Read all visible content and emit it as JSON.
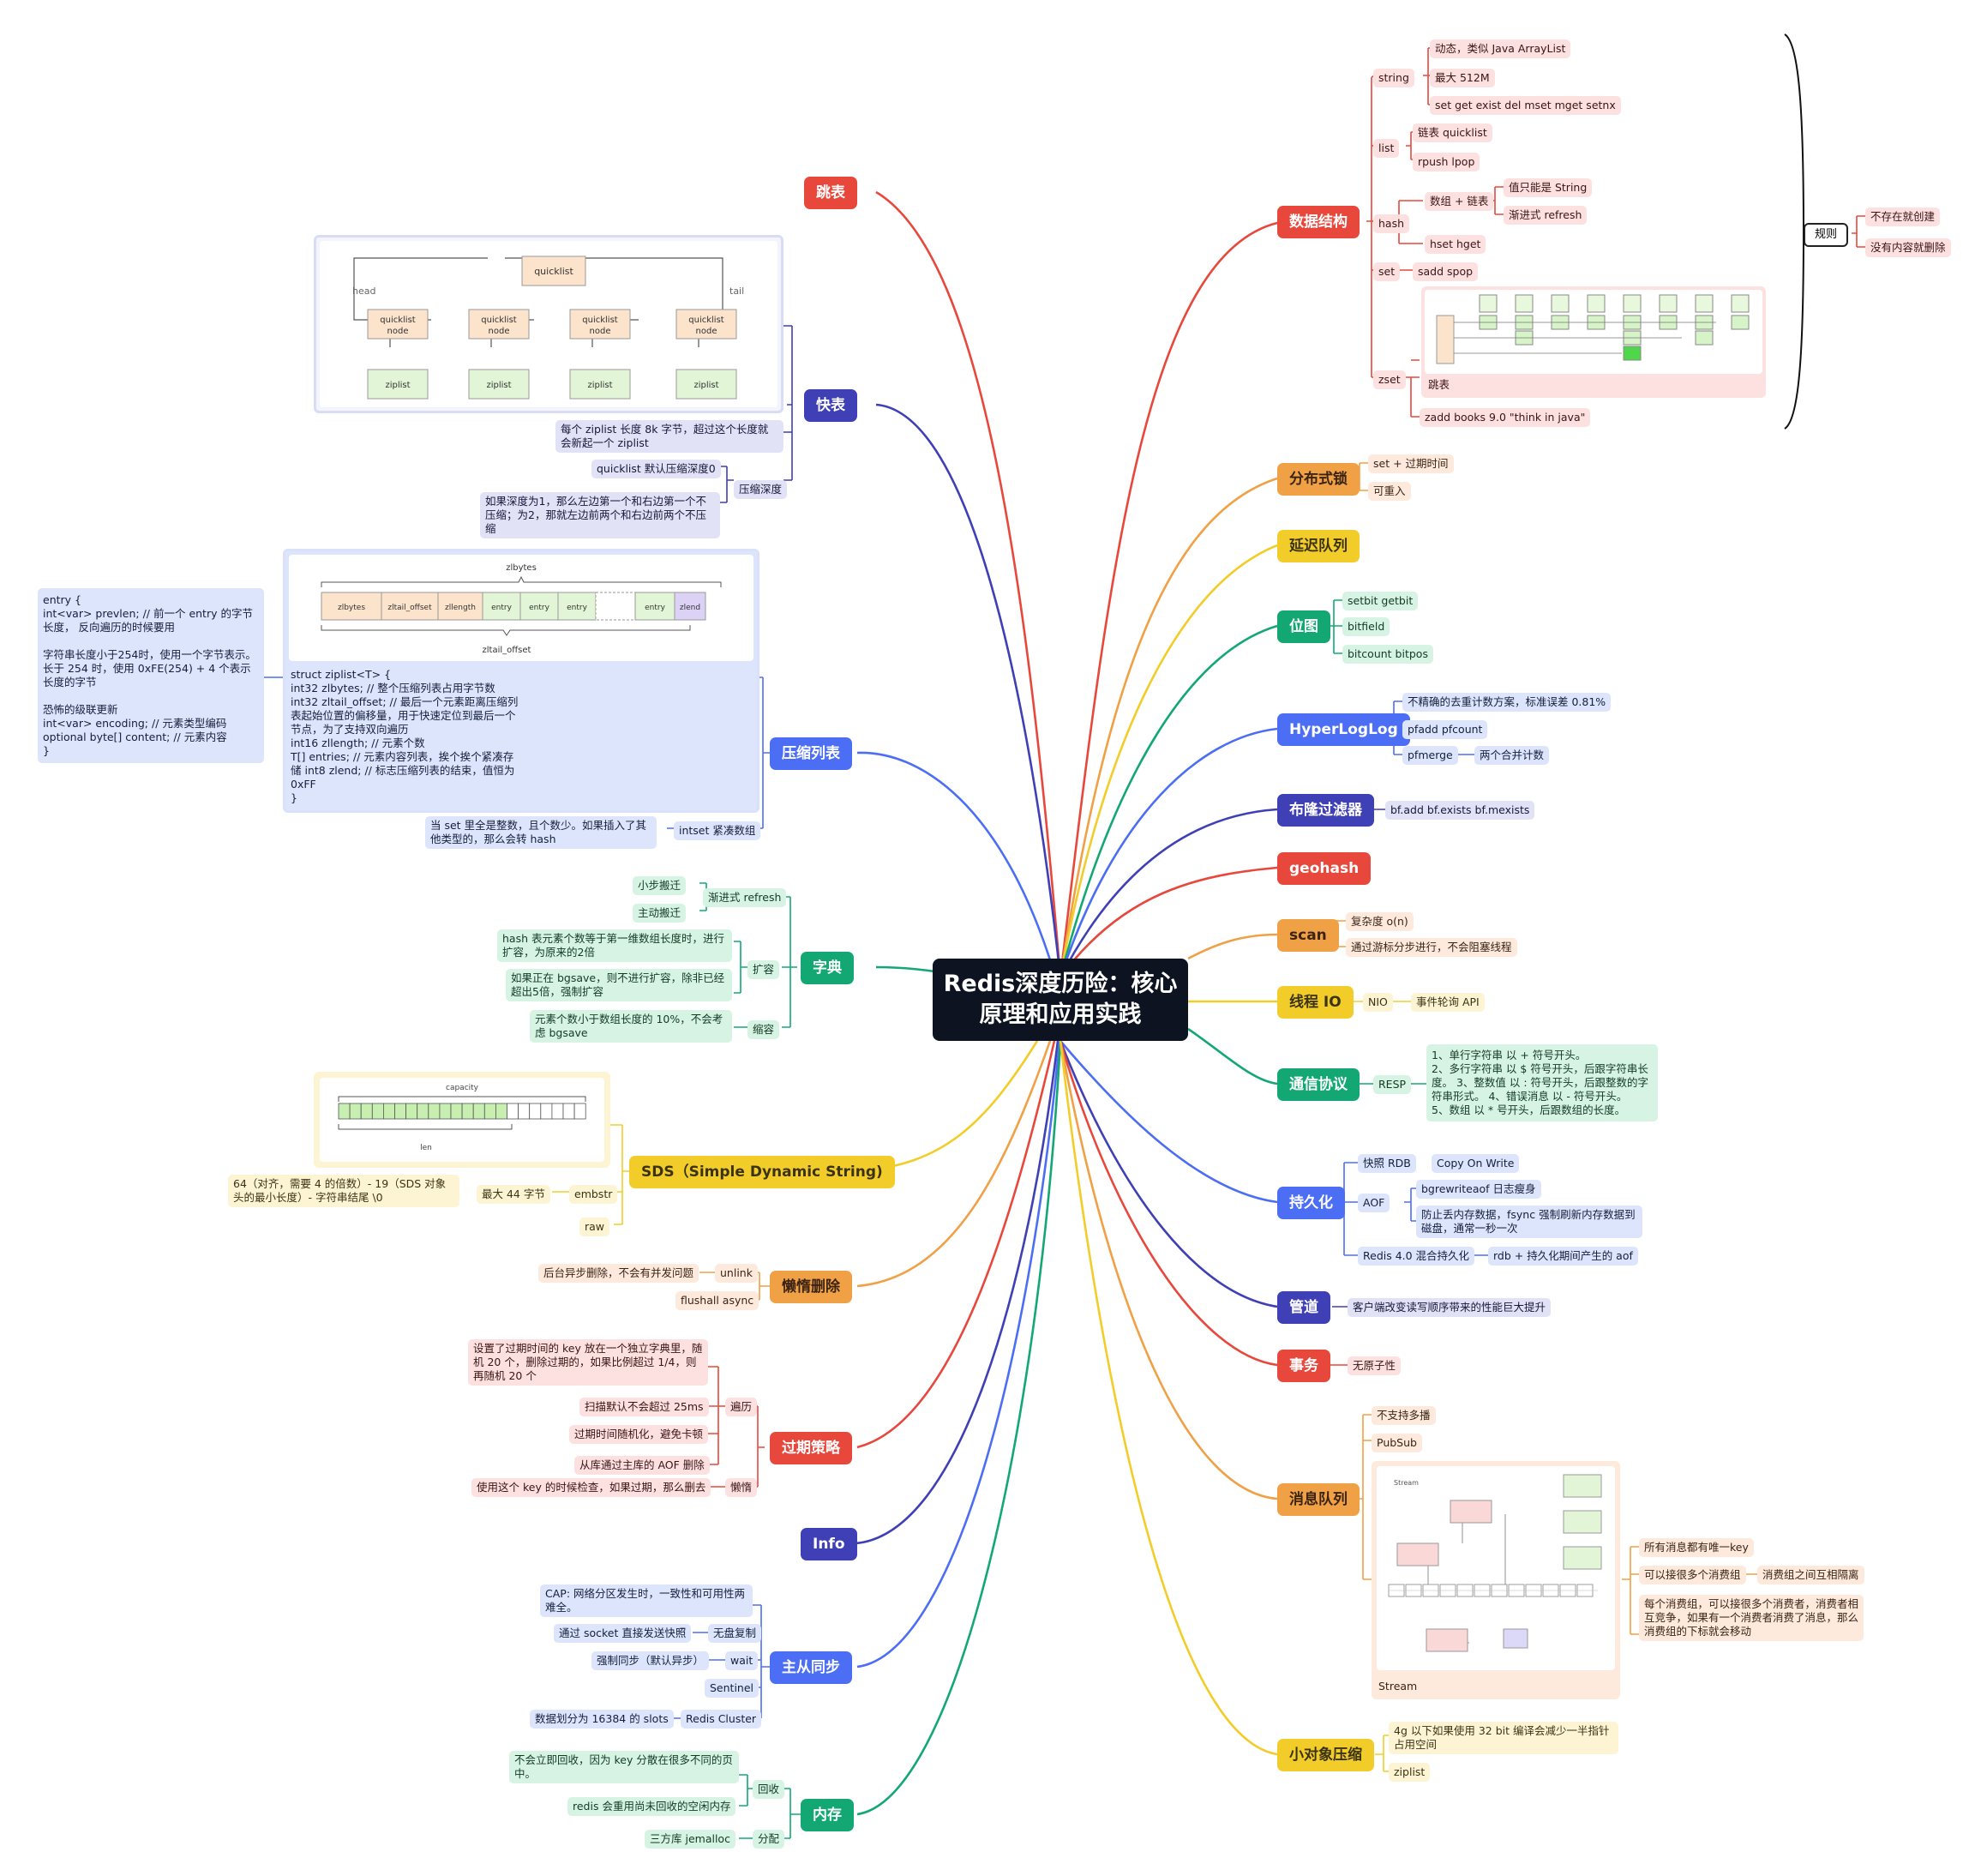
{
  "root": {
    "line1": "Redis深度历险：核心",
    "line2": "原理和应用实践"
  },
  "colors": {
    "red": "#e8473c",
    "orange": "#f0a045",
    "yellow": "#f2cd2a",
    "green": "#13a873",
    "blue": "#4c6ef5",
    "indigo": "#3f3fb6",
    "dark": "#0d1320"
  },
  "left": {
    "skiplist": "跳表",
    "quicklist": {
      "title": "快表",
      "fig": {
        "quicklist": "quicklist",
        "head": "head",
        "tail": "tail",
        "node": "quicklist node",
        "ziplist": "ziplist"
      },
      "note1": "每个 ziplist 长度 8k 字节，超过这个长度就会新起一个 ziplist",
      "compress": "压缩深度",
      "compress_a": "quicklist 默认压缩深度0",
      "compress_b": "如果深度为1，那么左边第一个和右边第一个不压缩；为2，那就左边前两个和右边前两个不压缩"
    },
    "ziplist": {
      "title": "压缩列表",
      "fig": {
        "top": "zlbytes",
        "bottom": "zltail_offset",
        "cells": [
          "zlbytes",
          "zltail_offset",
          "zllength",
          "entry",
          "entry",
          "entry",
          "",
          "entry",
          "zlend"
        ]
      },
      "struct": "struct ziplist<T> {\nint32 zlbytes; // 整个压缩列表占用字节数\nint32 zltail_offset; // 最后一个元素距离压缩列表起始位置的偏移量，用于快速定位到最后一个节点，为了支持双向遍历\nint16 zllength; // 元素个数\nT[] entries; // 元素内容列表，挨个挨个紧凑存储 int8 zlend; // 标志压缩列表的结束，值恒为 0xFF\n}",
      "entry": "entry {\nint<var> prevlen; // 前一个 entry 的字节长度， 反向遍历的时候要用\n\n字符串长度小于254时，使用一个字节表示。长于 254 时，使用 0xFE(254) + 4 个表示长度的字节\n\n恐怖的级联更新\nint<var> encoding; // 元素类型编码\noptional byte[] content; // 元素内容\n}",
      "intset": "intset 紧凑数组",
      "intset_note": "当 set 里全是整数，且个数少。如果插入了其他类型的，那么会转 hash"
    },
    "dict": {
      "title": "字典",
      "rehash": "渐进式 refresh",
      "small": "小步搬迁",
      "active": "主动搬迁",
      "expand": "扩容",
      "expand_a": "hash 表元素个数等于第一维数组长度时，进行扩容，为原来的2倍",
      "expand_b": "如果正在 bgsave，则不进行扩容，除非已经超出5倍，强制扩容",
      "shrink": "缩容",
      "shrink_a": "元素个数小于数组长度的 10%，不会考虑 bgsave"
    },
    "sds": {
      "title": "SDS（Simple Dynamic String)",
      "fig": {
        "capacity": "capacity",
        "len": "len"
      },
      "embstr": "embstr",
      "max44": "最大 44 字节",
      "embstr_note": "64（对齐，需要 4 的倍数）- 19（SDS 对象头的最小长度）- 字符串结尾 \\0",
      "raw": "raw"
    },
    "lazy": {
      "title": "懒惰删除",
      "unlink": "unlink",
      "unlink_note": "后台异步删除，不会有并发问题",
      "flushall": "flushall async"
    },
    "expire": {
      "title": "过期策略",
      "scan": "遍历",
      "scan_a": "设置了过期时间的 key 放在一个独立字典里，随机 20 个，删除过期的，如果比例超过 1/4，则再随机 20 个",
      "scan_b": "扫描默认不会超过 25ms",
      "scan_c": "过期时间随机化，避免卡顿",
      "scan_d": "从库通过主库的 AOF 删除",
      "lazy": "懒惰",
      "lazy_a": "使用这个 key 的时候检查，如果过期，那么删去"
    },
    "info": "Info",
    "sync": {
      "title": "主从同步",
      "cap": "CAP: 网络分区发生时，一致性和可用性两难全。",
      "diskless": "无盘复制",
      "diskless_a": "通过 socket 直接发送快照",
      "wait": "wait",
      "wait_a": "强制同步（默认异步）",
      "sentinel": "Sentinel",
      "cluster": "Redis Cluster",
      "cluster_a": "数据划分为 16384 的 slots"
    },
    "memory": {
      "title": "内存",
      "reclaim": "回收",
      "reclaim_a": "不会立即回收，因为 key 分散在很多不同的页中。",
      "reclaim_b": "redis 会重用尚未回收的空闲内存",
      "alloc": "分配",
      "alloc_a": "三方库 jemalloc"
    }
  },
  "right": {
    "ds": {
      "title": "数据结构",
      "string": "string",
      "string_a": "动态，类似 Java ArrayList",
      "string_b": "最大 512M",
      "string_c": "set get exist del mset mget setnx",
      "list": "list",
      "list_a": "链表 quicklist",
      "list_b": "rpush lpop",
      "hash": "hash",
      "hash_a": "数组 + 链表",
      "hash_a1": "值只能是 String",
      "hash_a2": "渐进式 refresh",
      "hash_b": "hset hget",
      "set": "set",
      "set_a": "sadd spop",
      "zset": "zset",
      "zset_fig": "跳表",
      "zset_b": "zadd books 9.0 \"think in java\"",
      "rule": "规则",
      "rule_a": "不存在就创建",
      "rule_b": "没有内容就删除"
    },
    "lock": {
      "title": "分布式锁",
      "a": "set + 过期时间",
      "b": "可重入"
    },
    "delay": "延迟队列",
    "bitmap": {
      "title": "位图",
      "a": "setbit getbit",
      "b": "bitfield",
      "c": "bitcount bitpos"
    },
    "hll": {
      "title": "HyperLogLog",
      "a": "不精确的去重计数方案，标准误差 0.81%",
      "b": "pfadd pfcount",
      "c": "pfmerge",
      "c1": "两个合并计数"
    },
    "bloom": {
      "title": "布隆过滤器",
      "a": "bf.add bf.exists bf.mexists"
    },
    "geohash": "geohash",
    "scan": {
      "title": "scan",
      "a": "复杂度 o(n)",
      "b": "通过游标分步进行，不会阻塞线程"
    },
    "io": {
      "title": "线程 IO",
      "a": "NIO",
      "b": "事件轮询 API"
    },
    "proto": {
      "title": "通信协议",
      "a": "RESP",
      "b": "1、单行字符串 以 + 符号开头。\n2、多行字符串 以 $ 符号开头，后跟字符串长度。 3、整数值 以 : 符号开头，后跟整数的字符串形式。 4、错误消息 以 - 符号开头。\n5、数组 以 * 号开头，后跟数组的长度。"
    },
    "persist": {
      "title": "持久化",
      "rdb": "快照 RDB",
      "rdb_a": "Copy On Write",
      "aof": "AOF",
      "aof_a": "bgrewriteaof 日志瘦身",
      "aof_b": "防止丢内存数据，fsync 强制刷新内存数据到磁盘，通常一秒一次",
      "mix": "Redis 4.0 混合持久化",
      "mix_a": "rdb + 持久化期间产生的 aof"
    },
    "pipe": {
      "title": "管道",
      "a": "客户端改变读写顺序带来的性能巨大提升"
    },
    "tx": {
      "title": "事务",
      "a": "无原子性"
    },
    "mq": {
      "title": "消息队列",
      "a": "不支持多播",
      "b": "PubSub",
      "stream_fig_title": "Stream",
      "stream_caption": "Stream",
      "s1": "所有消息都有唯一key",
      "s2": "可以接很多个消费组",
      "s2a": "消费组之间互相隔离",
      "s3": "每个消费组，可以接很多个消费者，消费者相互竞争，如果有一个消费者消费了消息，那么消费组的下标就会移动"
    },
    "small": {
      "title": "小对象压缩",
      "a": "4g 以下如果使用 32 bit 编译会减少一半指针占用空间",
      "b": "ziplist"
    }
  }
}
